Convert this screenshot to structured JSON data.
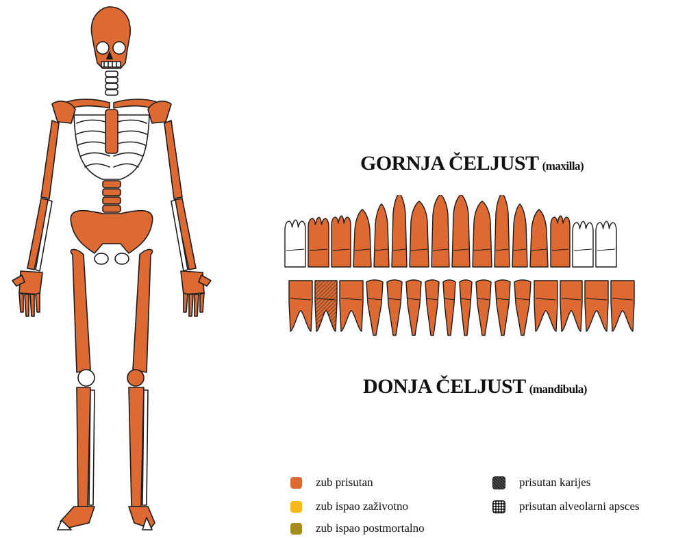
{
  "colors": {
    "present": "#dc6a32",
    "lost_antemortem": "#f7b91d",
    "lost_postmortem": "#a58c1e",
    "missing": "#ffffff",
    "outline": "#1a1a1a"
  },
  "jaws": {
    "upper": {
      "title": "GORNJA ČELJUST",
      "latin": "(maxilla)"
    },
    "lower": {
      "title": "DONJA ČELJUST",
      "latin": "(mandibula)"
    }
  },
  "upper_teeth": [
    "missing",
    "present",
    "present",
    "present",
    "present",
    "present",
    "present",
    "present",
    "present",
    "present",
    "present",
    "present",
    "present",
    "present",
    "missing",
    "missing"
  ],
  "lower_teeth": [
    "present",
    "caries",
    "present",
    "present",
    "present",
    "present",
    "present",
    "present",
    "present",
    "present",
    "present",
    "present",
    "present",
    "present",
    "present",
    "present"
  ],
  "legend": [
    {
      "label": "zub prisutan",
      "swatch": "present"
    },
    {
      "label": "zub ispao zaživotno",
      "swatch": "lost_antemortem"
    },
    {
      "label": "zub ispao postmortalno",
      "swatch": "lost_postmortem"
    },
    {
      "label": "prisutan karijes",
      "swatch": "caries"
    },
    {
      "label": "prisutan alveolarni apsces",
      "swatch": "abscess"
    }
  ]
}
